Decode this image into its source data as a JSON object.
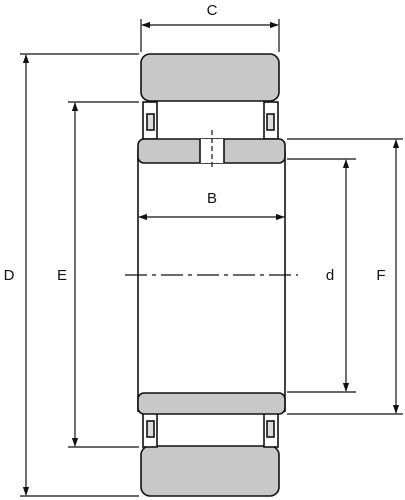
{
  "labels": {
    "C": "C",
    "D": "D",
    "E": "E",
    "B": "B",
    "d": "d",
    "F": "F"
  },
  "colors": {
    "line": "#111111",
    "ring_fill": "#c8c8c8",
    "roller_fill": "#dcdcdc",
    "background": "#ffffff"
  }
}
